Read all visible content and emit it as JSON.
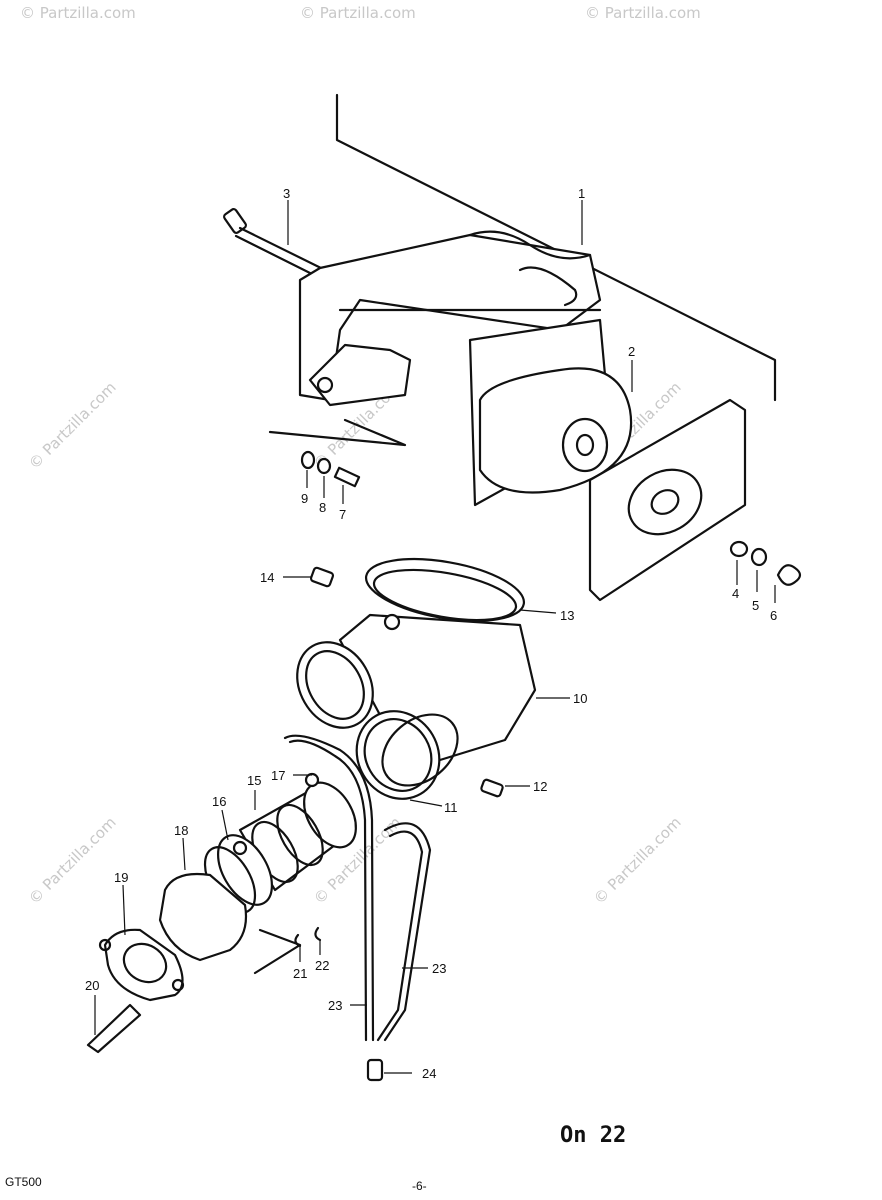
{
  "watermark": {
    "text": "© Partzilla.com"
  },
  "callouts": {
    "c1": "1",
    "c2": "2",
    "c3": "3",
    "c4": "4",
    "c5": "5",
    "c6": "6",
    "c7": "7",
    "c8": "8",
    "c9": "9",
    "c10": "10",
    "c11": "11",
    "c12": "12",
    "c13": "13",
    "c14": "14",
    "c15": "15",
    "c16": "16",
    "c17": "17",
    "c18": "18",
    "c19": "19",
    "c20": "20",
    "c21": "21",
    "c22": "22",
    "c23a": "23",
    "c23b": "23",
    "c24": "24"
  },
  "footer": {
    "model": "GT500",
    "page": "-6-",
    "drawing_number": "On 22"
  }
}
